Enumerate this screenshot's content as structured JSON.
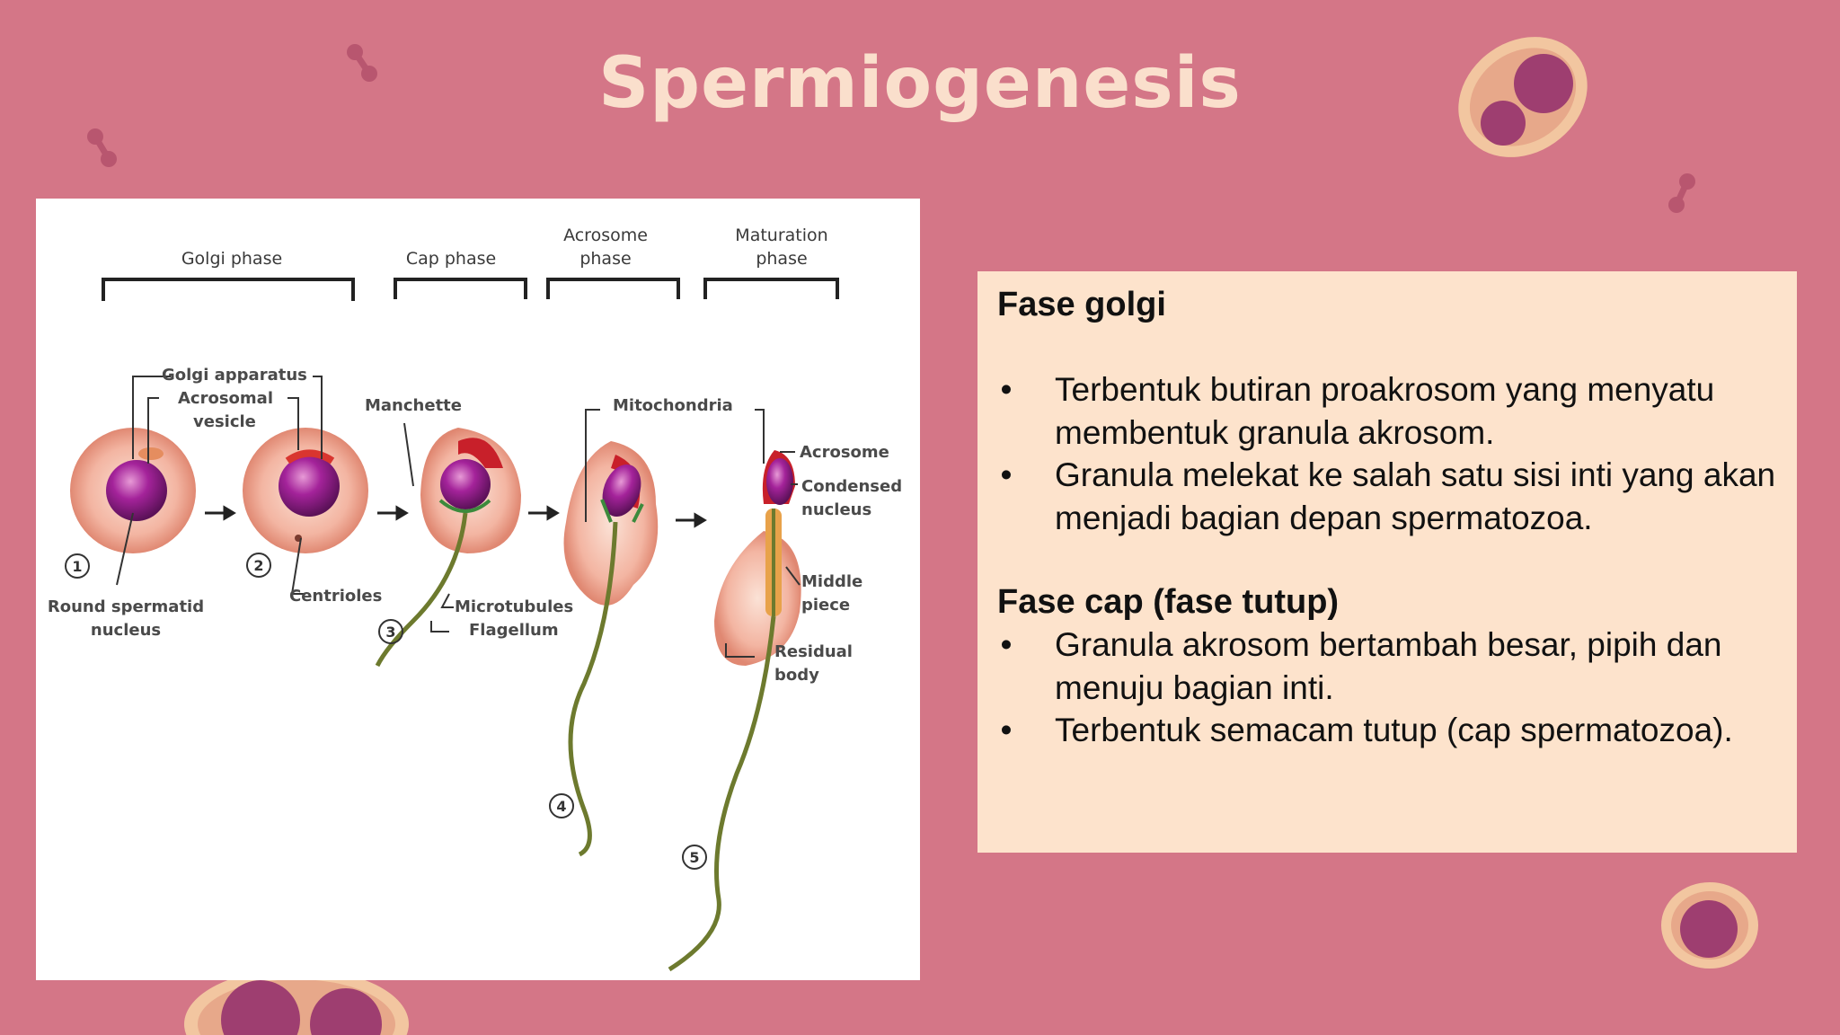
{
  "slide": {
    "title": "Spermiogenesis"
  },
  "figure": {
    "phases": {
      "golgi": "Golgi phase",
      "cap": "Cap phase",
      "acrosome_1": "Acrosome",
      "acrosome_2": "phase",
      "maturation_1": "Maturation",
      "maturation_2": "phase"
    },
    "labels": {
      "golgi_apparatus": "Golgi apparatus",
      "acrosomal_1": "Acrosomal",
      "acrosomal_2": "vesicle",
      "manchette": "Manchette",
      "mitochondria": "Mitochondria",
      "acrosome": "Acrosome",
      "condensed_1": "Condensed",
      "condensed_2": "nucleus",
      "middle_1": "Middle",
      "middle_2": "piece",
      "residual_1": "Residual",
      "residual_2": "body",
      "round_1": "Round spermatid",
      "round_2": "nucleus",
      "centrioles": "Centrioles",
      "microtubules": "Microtubules",
      "flagellum": "Flagellum"
    },
    "steps": [
      "1",
      "2",
      "3",
      "4",
      "5"
    ]
  },
  "text": {
    "sections": [
      {
        "heading": "Fase golgi",
        "bullets": [
          "Terbentuk butiran proakrosom yang menyatu membentuk granula akrosom.",
          "Granula melekat ke salah satu sisi inti yang akan menjadi bagian depan spermatozoa."
        ]
      },
      {
        "heading": "Fase cap (fase tutup)",
        "bullets": [
          "Granula akrosom bertambah besar, pipih dan menuju bagian inti.",
          "Terbentuk semacam tutup (cap spermatozoa)."
        ]
      }
    ],
    "bullet_char": "•"
  },
  "colors": {
    "background": "#d47687",
    "title": "#fadfcc",
    "textbox": "#fde3cc",
    "cell_plum": "#9e3e70",
    "cell_cream": "#f4c9a4"
  }
}
